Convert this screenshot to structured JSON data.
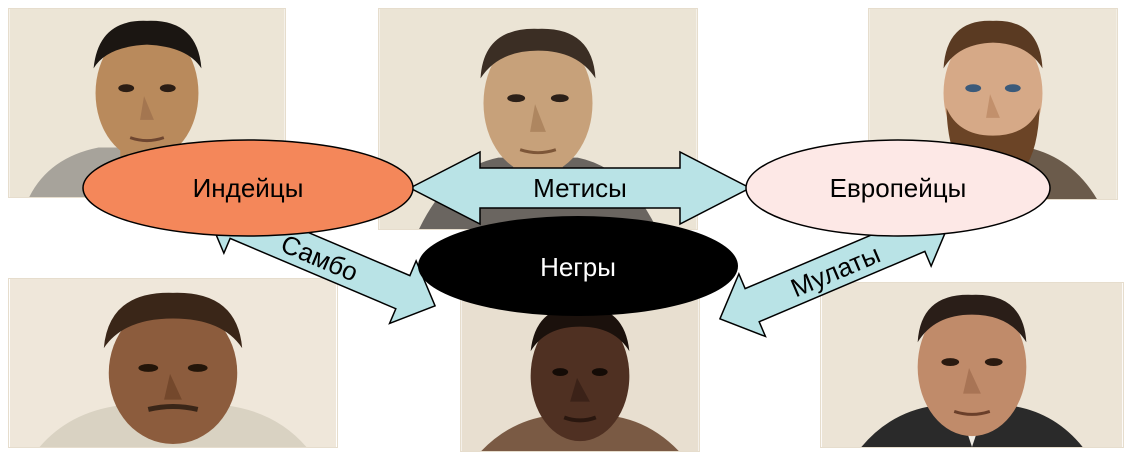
{
  "nodes": {
    "indians": "Индейцы",
    "europeans": "Европейцы",
    "negroes": "Негры"
  },
  "connections": {
    "mestizo": "Метисы",
    "zambo": "Самбо",
    "mulatto": "Мулаты"
  },
  "portraits": [
    {
      "group": "indians",
      "skin": "#b98a5c",
      "hair": "#1b1612",
      "beard": false,
      "bg": "#ece5d6",
      "cloth": "#a7a39b"
    },
    {
      "group": "mestizo",
      "skin": "#c7a17a",
      "hair": "#3b2e24",
      "beard": false,
      "bg": "#ebe4d5",
      "cloth": "#6a6560"
    },
    {
      "group": "europeans",
      "skin": "#d6a987",
      "hair": "#5a3a22",
      "beard": true,
      "bg": "#ede6d8",
      "cloth": "#6b5b4b"
    },
    {
      "group": "zambo",
      "skin": "#8c5c3d",
      "hair": "#3a2618",
      "beard": false,
      "bg": "#efe7da",
      "cloth": "#d9d2c2"
    },
    {
      "group": "negroes",
      "skin": "#4f3022",
      "hair": "#1b110c",
      "beard": false,
      "bg": "#e8dfd0",
      "cloth": "#7a5a44"
    },
    {
      "group": "mulatto",
      "skin": "#c08b6a",
      "hair": "#2a1e18",
      "beard": false,
      "bg": "#ece4d6",
      "cloth": "#2a2a2a"
    }
  ],
  "colors": {
    "indians_fill": "#f4875a",
    "europeans_fill": "#fde8e6",
    "negroes_fill": "#000000",
    "arrow_fill": "#b9e3e6"
  }
}
